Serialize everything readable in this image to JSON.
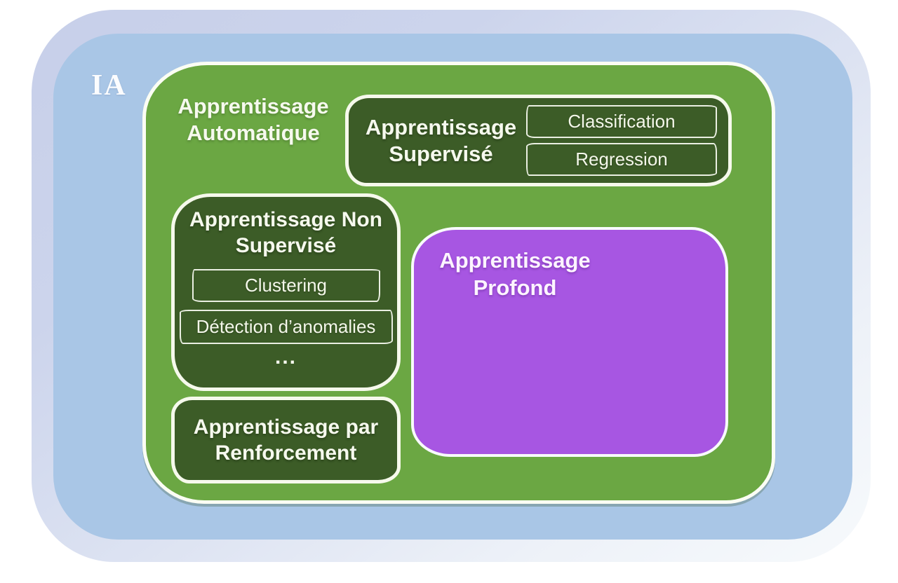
{
  "ia": {
    "label": "IA"
  },
  "machine_learning": {
    "title": "Apprentissage Automatique"
  },
  "supervised": {
    "title": "Apprentissage Supervisé",
    "items": [
      "Classification",
      "Regression"
    ]
  },
  "unsupervised": {
    "title": "Apprentissage Non Supervisé",
    "items": [
      "Clustering",
      "Détection d’anomalies"
    ],
    "more": "..."
  },
  "reinforcement": {
    "title": "Apprentissage par Renforcement"
  },
  "deep_learning": {
    "title": "Apprentissage Profond"
  },
  "colors": {
    "background": "#ffffff",
    "ia_fill": "#a9c6e6",
    "ia_ring": "#c9d1ea",
    "machine_learning_fill": "#6ba743",
    "node_fill": "#3c5c27",
    "deep_learning_fill": "#a756e2",
    "stroke": "#f6f9ec",
    "text": "#f6f9ee"
  }
}
